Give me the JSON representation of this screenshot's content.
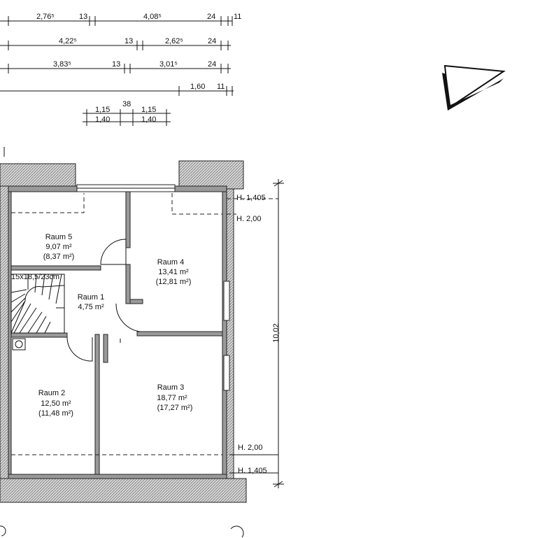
{
  "dimensions": {
    "row1": [
      "2,76⁵",
      "13",
      "4,08⁵",
      "24",
      "11"
    ],
    "row2": [
      "4,22⁵",
      "13",
      "2,62⁵",
      "24"
    ],
    "row3": [
      "3,83⁵",
      "13",
      "3,01⁵",
      "24"
    ],
    "row4": [
      "1,60",
      "11"
    ],
    "row5": [
      "38",
      "1,15",
      "1,15",
      "1,40",
      "1,40"
    ],
    "vertical_total": "10,02"
  },
  "heights": {
    "top_outer": "H. 1,405",
    "top_inner": "H. 2,00",
    "bottom_inner": "H. 2,00",
    "bottom_outer": "H. 1,405"
  },
  "stair_label": "15x18,5/23cm",
  "rooms": [
    {
      "name": "Raum 5",
      "area": "9,07 m²",
      "net": "(8,37 m²)"
    },
    {
      "name": "Raum 4",
      "area": "13,41 m²",
      "net": "(12,81 m²)"
    },
    {
      "name": "Raum 1",
      "area": "4,75 m²",
      "net": ""
    },
    {
      "name": "Raum 2",
      "area": "12,50 m²",
      "net": "(11,48 m²)"
    },
    {
      "name": "Raum 3",
      "area": "18,77 m²",
      "net": "(17,27 m²)"
    }
  ]
}
